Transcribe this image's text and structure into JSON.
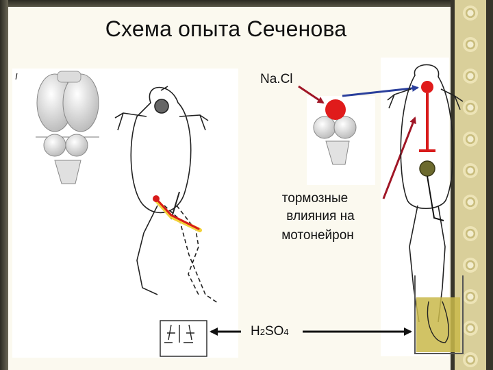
{
  "title": "Схема опыта Сеченова",
  "panel_marker": "I",
  "labels": {
    "nacl": "Na.Cl",
    "inhibitory_lines": [
      "тормозные",
      "влияния на",
      "мотонейрон"
    ],
    "acid": "H2SO4",
    "acid_parts": [
      "H",
      "2",
      "SO",
      "4"
    ]
  },
  "colors": {
    "arrow_red": "#a01626",
    "arrow_blue": "#2a3f9c",
    "red_dot": "#e01b1b",
    "olive_dot": "#6c6a2e",
    "acid_liquid": "#c9b84a",
    "frame_gold": "#d9cf9a",
    "frame_dark": "#37352a"
  },
  "icons": [
    "frog-left-icon",
    "frog-right-icon",
    "brain-left-icon",
    "brain-right-icon",
    "beaker-icon",
    "small-beaker-icon"
  ]
}
